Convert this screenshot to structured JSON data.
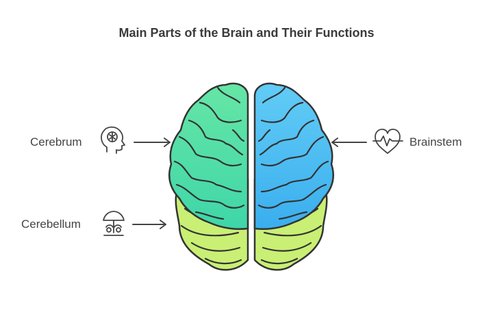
{
  "title": "Main Parts of the Brain and Their Functions",
  "labels": {
    "cerebrum": "Cerebrum",
    "brainstem": "Brainstem",
    "cerebellum": "Cerebellum"
  },
  "icons": {
    "cerebrum": "head-brain-icon",
    "brainstem": "heartbeat-icon",
    "cerebellum": "balance-scale-icon"
  },
  "colors": {
    "cerebrum_top": "#5fe6a8",
    "cerebrum_bottom": "#3fd7a0",
    "brainstem_top": "#5fc7f5",
    "brainstem_bottom": "#3aaeee",
    "cerebellum": "#c9ef74",
    "outline": "#333333"
  }
}
